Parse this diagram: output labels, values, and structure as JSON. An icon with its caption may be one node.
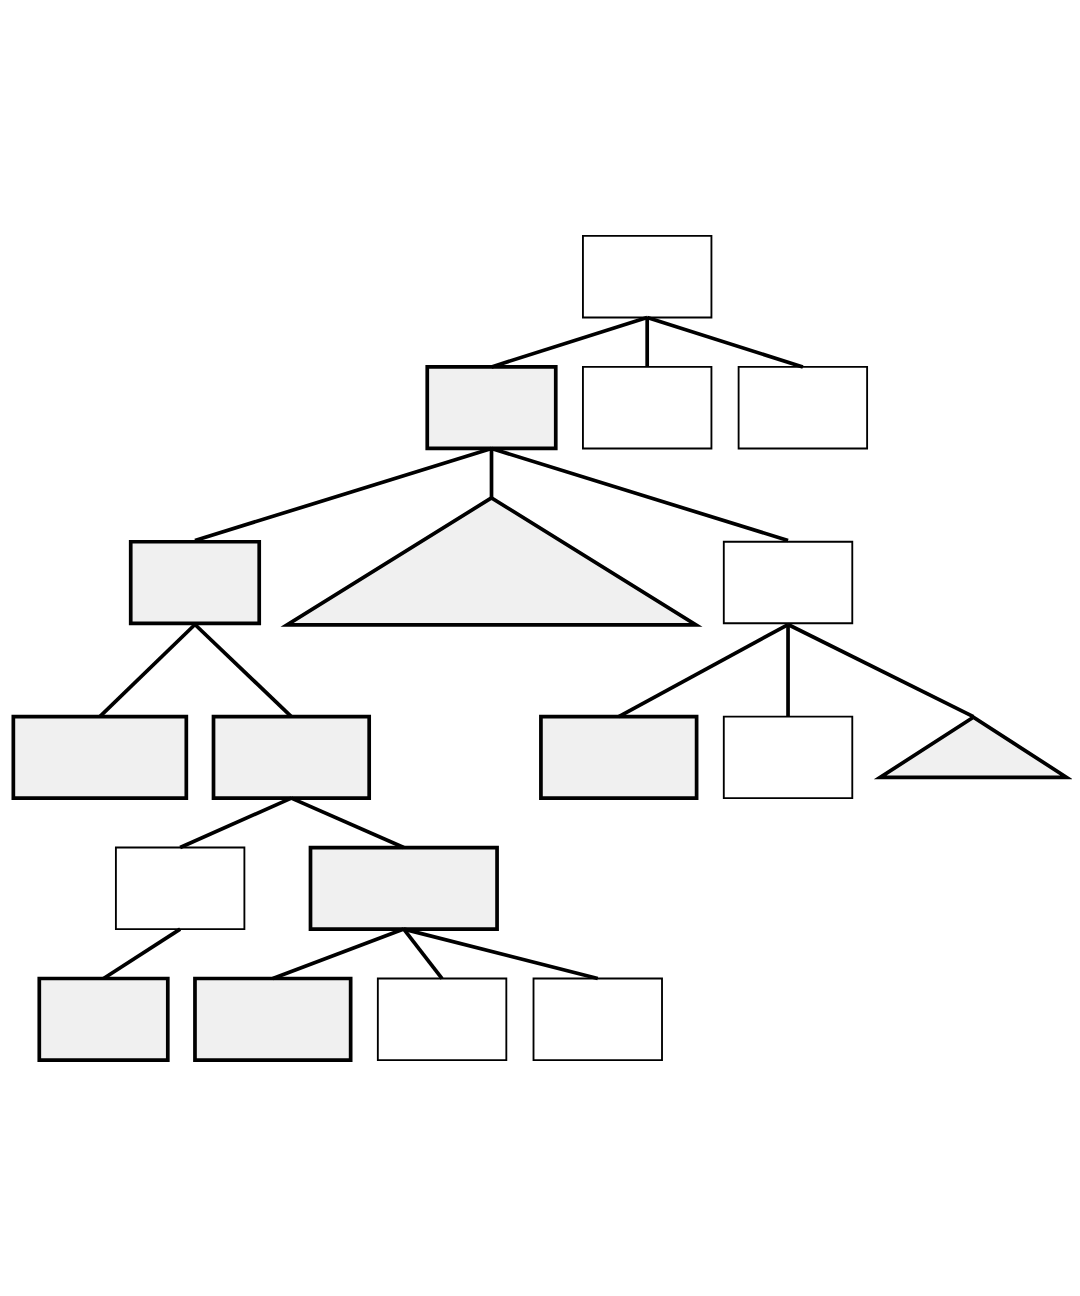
{
  "diagram": {
    "nodes": [
      {
        "text": [],
        "shape": "box"
      },
      {
        "text": [],
        "shape": "box"
      },
      {
        "text": [],
        "shape": "box"
      },
      {
        "text": [],
        "shape": "box"
      },
      {
        "text": [],
        "shape": "box"
      },
      {
        "text": [],
        "shape": "triangle"
      },
      {
        "text": [],
        "shape": "box"
      },
      {
        "text": [],
        "shape": "box"
      },
      {
        "text": [],
        "shape": "box"
      },
      {
        "text": [],
        "shape": "box"
      },
      {
        "text": [],
        "shape": "box"
      },
      {
        "text": [],
        "shape": "triangle"
      },
      {
        "text": [],
        "shape": "box"
      },
      {
        "text": [],
        "shape": "box"
      },
      {
        "text": [],
        "shape": "box"
      },
      {
        "text": [],
        "shape": "box"
      },
      {
        "text": [],
        "shape": "box"
      },
      {
        "text": [],
        "shape": "box"
      }
    ],
    "edges": [
      {
        "from": 0,
        "to": 1,
        "arrow": "none"
      },
      {
        "from": 0,
        "to": 2,
        "arrow": "none"
      },
      {
        "from": 0,
        "to": 3,
        "arrow": "none"
      },
      {
        "from": 1,
        "to": 4,
        "arrow": "none"
      },
      {
        "from": 1,
        "to": 5,
        "arrow": "none"
      },
      {
        "from": 1,
        "to": 6,
        "arrow": "none"
      },
      {
        "from": 4,
        "to": 7,
        "arrow": "none"
      },
      {
        "from": 4,
        "to": 8,
        "arrow": "none"
      },
      {
        "from": 6,
        "to": 9,
        "arrow": "none"
      },
      {
        "from": 6,
        "to": 10,
        "arrow": "none"
      },
      {
        "from": 6,
        "to": 11,
        "arrow": "none"
      },
      {
        "from": 8,
        "to": 12,
        "arrow": "none"
      },
      {
        "from": 8,
        "to": 13,
        "arrow": "none"
      },
      {
        "from": 12,
        "to": 14,
        "arrow": "none"
      },
      {
        "from": 13,
        "to": 15,
        "arrow": "none"
      },
      {
        "from": 13,
        "to": 16,
        "arrow": "none"
      },
      {
        "from": 13,
        "to": 17,
        "arrow": "none"
      }
    ]
  }
}
